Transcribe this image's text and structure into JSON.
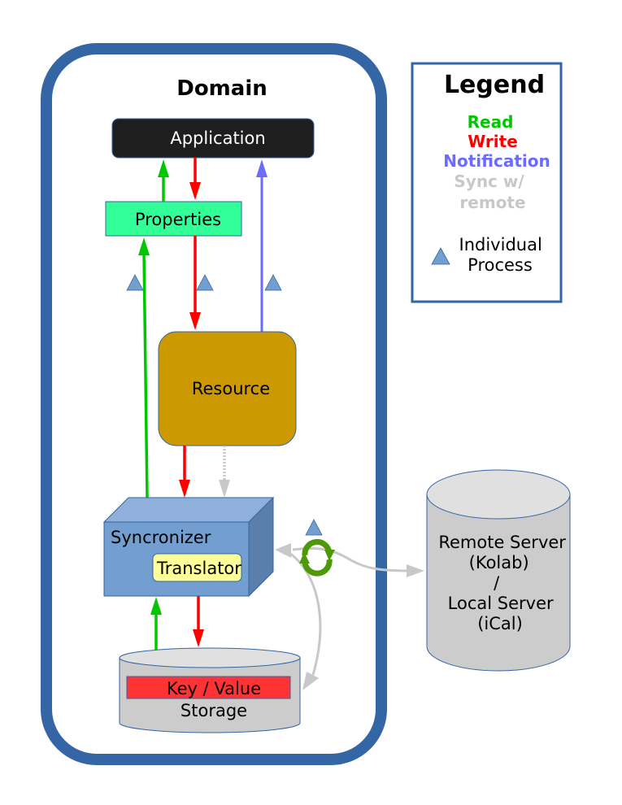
{
  "domain": {
    "title": "Domain"
  },
  "nodes": {
    "application": "Application",
    "properties": "Properties",
    "resource": "Resource",
    "syncronizer": "Syncronizer",
    "translator": "Translator",
    "storage": {
      "line1": "Key / Value",
      "line2": "Storage"
    },
    "remote": {
      "lines": [
        "Remote Server",
        "(Kolab)",
        "/",
        "Local Server",
        "(iCal)"
      ]
    }
  },
  "legend": {
    "title": "Legend",
    "items": [
      {
        "label": "Read",
        "color": "#00c800"
      },
      {
        "label": "Write",
        "color": "#ff0000"
      },
      {
        "label": "Notification",
        "color": "#6b6bff"
      },
      {
        "label": "Sync w/ remote",
        "lines": [
          "Sync w/",
          "remote"
        ],
        "color": "#c8c8c8"
      }
    ],
    "process": {
      "lines": [
        "Individual",
        "Process"
      ]
    }
  },
  "colors": {
    "domain_border": "#3465a4",
    "application": "#1e1e1e",
    "properties": "#33ff99",
    "resource": "#cc9900",
    "syncronizer": "#729fcf",
    "translator": "#ffff99",
    "key_value": "#ff3333",
    "cylinder": "#cccccc",
    "process_triangle": "#729fcf",
    "sync_icon": "#4e9a06"
  }
}
